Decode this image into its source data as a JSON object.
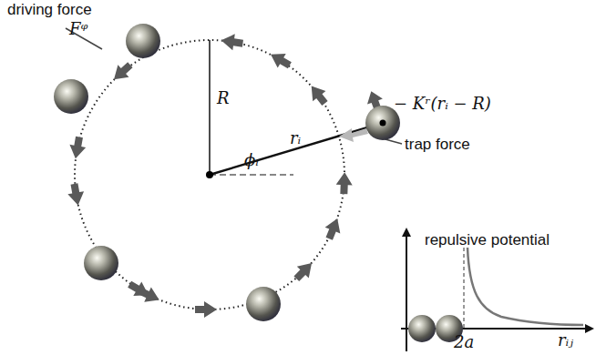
{
  "diagram": {
    "labels": [
      "driving force",
      "Fᵠ",
      "R",
      "rᵢ",
      "ϕᵢ",
      "trap force",
      "− Kʳ(rᵢ − R)",
      "repulsive potential",
      "rᵢⱼ",
      "2a"
    ]
  }
}
